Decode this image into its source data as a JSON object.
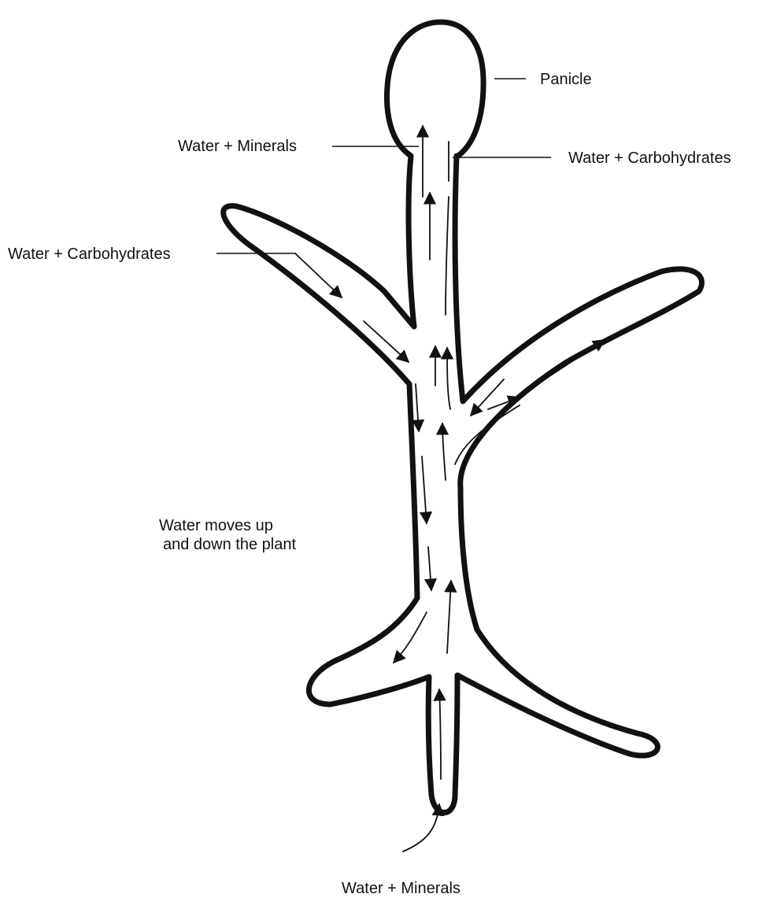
{
  "labels": {
    "panicle": "Panicle",
    "water_minerals_top": "Water + Minerals",
    "water_carbohydrates_top": "Water + Carbohydrates",
    "water_carbohydrates_left": "Water + Carbohydrates",
    "water_moves": "Water moves up",
    "water_moves_line2": "and down the plant",
    "water_minerals_bottom": "Water + Minerals"
  },
  "colors": {
    "ink": "#111111",
    "background": "#ffffff"
  }
}
